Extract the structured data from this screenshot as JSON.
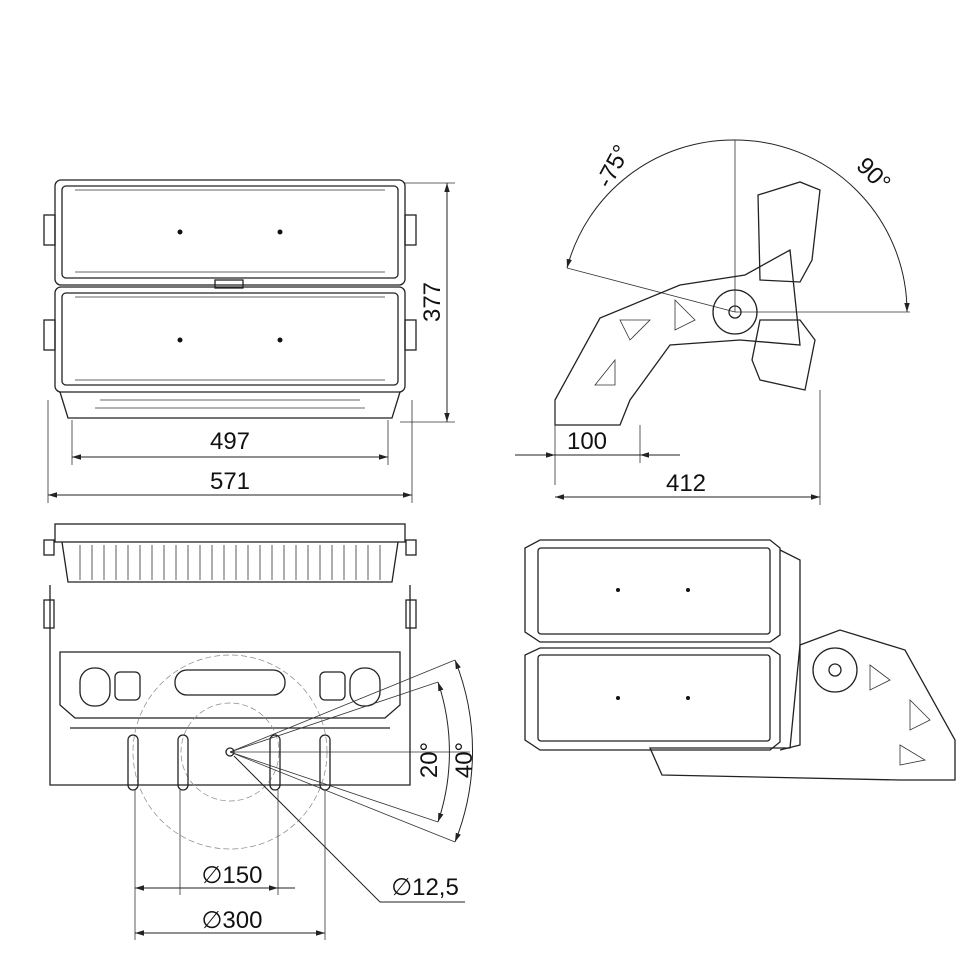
{
  "front_view": {
    "height": "377",
    "inner_width": "497",
    "outer_width": "571"
  },
  "side_view": {
    "tilt_neg": "-75°",
    "tilt_pos": "90°",
    "base": "100",
    "depth": "412"
  },
  "mount_view": {
    "angle_small": "20°",
    "angle_large": "40°",
    "hole_circle_small": "∅150",
    "hole_circle_large": "∅300",
    "hole_diameter": "∅12,5"
  }
}
